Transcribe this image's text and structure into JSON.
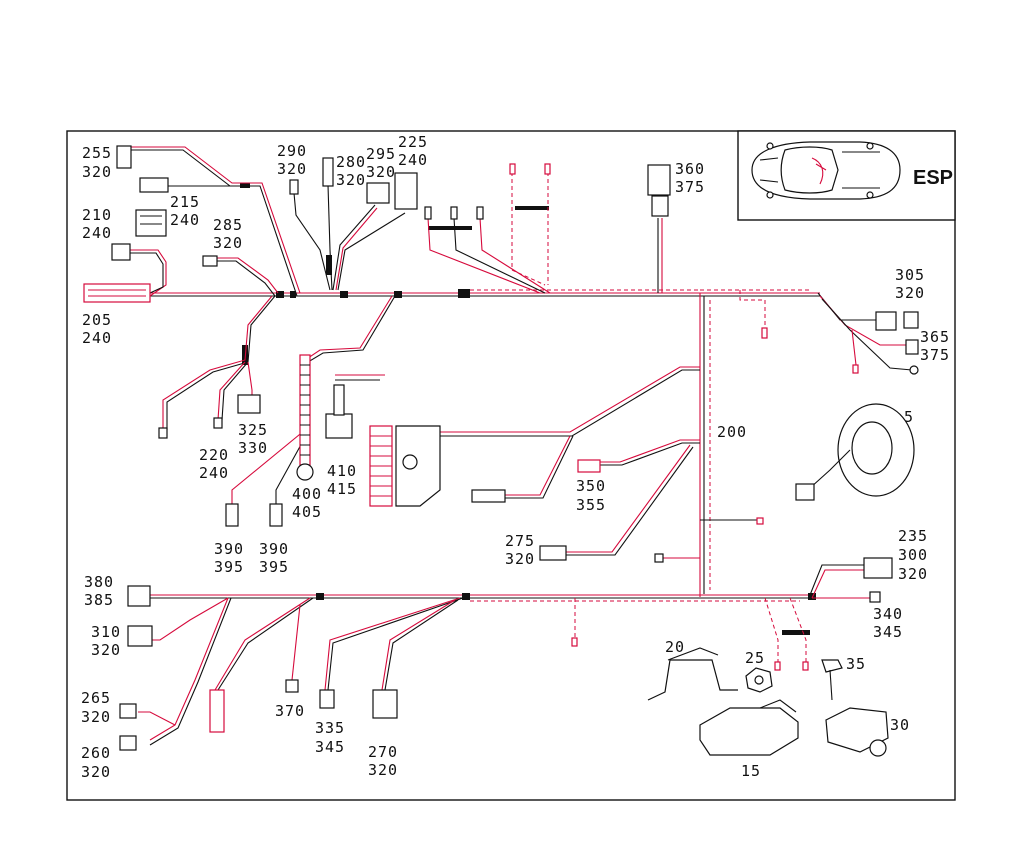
{
  "badge": {
    "text": "ESP"
  },
  "labels": [
    {
      "id": "l255",
      "lines": [
        "255",
        "320"
      ]
    },
    {
      "id": "l215",
      "lines": [
        "215",
        "240"
      ]
    },
    {
      "id": "l210",
      "lines": [
        "210",
        "240"
      ]
    },
    {
      "id": "l205",
      "lines": [
        "205",
        "240"
      ]
    },
    {
      "id": "l285",
      "lines": [
        "285",
        "320"
      ]
    },
    {
      "id": "l290",
      "lines": [
        "290",
        "320"
      ]
    },
    {
      "id": "l280",
      "lines": [
        "280",
        "320"
      ]
    },
    {
      "id": "l295",
      "lines": [
        "295",
        "320"
      ]
    },
    {
      "id": "l225",
      "lines": [
        "225",
        "240"
      ]
    },
    {
      "id": "l360",
      "lines": [
        "360",
        "375"
      ]
    },
    {
      "id": "l305",
      "lines": [
        "305",
        "320"
      ]
    },
    {
      "id": "l365",
      "lines": [
        "365",
        "375"
      ]
    },
    {
      "id": "l5",
      "lines": [
        "5"
      ]
    },
    {
      "id": "l200",
      "lines": [
        "200"
      ]
    },
    {
      "id": "l325",
      "lines": [
        "325",
        "330"
      ]
    },
    {
      "id": "l220",
      "lines": [
        "220",
        "240"
      ]
    },
    {
      "id": "l400",
      "lines": [
        "400",
        "405"
      ]
    },
    {
      "id": "l410",
      "lines": [
        "410",
        "415"
      ]
    },
    {
      "id": "l390a",
      "lines": [
        "390",
        "395"
      ]
    },
    {
      "id": "l390b",
      "lines": [
        "390",
        "395"
      ]
    },
    {
      "id": "l350",
      "lines": [
        "350",
        "355"
      ]
    },
    {
      "id": "l275",
      "lines": [
        "275",
        "320"
      ]
    },
    {
      "id": "l235",
      "lines": [
        "235",
        "300",
        "320"
      ]
    },
    {
      "id": "l340",
      "lines": [
        "340",
        "345"
      ]
    },
    {
      "id": "l380",
      "lines": [
        "380",
        "385"
      ]
    },
    {
      "id": "l310",
      "lines": [
        "310",
        "320"
      ]
    },
    {
      "id": "l265",
      "lines": [
        "265",
        "320"
      ]
    },
    {
      "id": "l260",
      "lines": [
        "260",
        "320"
      ]
    },
    {
      "id": "l370",
      "lines": [
        "370"
      ]
    },
    {
      "id": "l335",
      "lines": [
        "335",
        "345"
      ]
    },
    {
      "id": "l270",
      "lines": [
        "270",
        "320"
      ]
    },
    {
      "id": "l20",
      "lines": [
        "20"
      ]
    },
    {
      "id": "l25",
      "lines": [
        "25"
      ]
    },
    {
      "id": "l35",
      "lines": [
        "35"
      ]
    },
    {
      "id": "l30",
      "lines": [
        "30"
      ]
    },
    {
      "id": "l15",
      "lines": [
        "15"
      ]
    }
  ]
}
